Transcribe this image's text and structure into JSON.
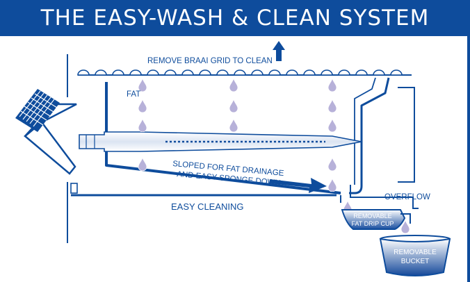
{
  "title": "THE EASY-WASH & CLEAN SYSTEM",
  "labels": {
    "remove_grid": "REMOVE BRAAI GRID TO CLEAN",
    "fat": "FAT",
    "sloped_line1": "SLOPED FOR FAT DRAINAGE",
    "sloped_line2": "AND EASY SPONGE DOWN",
    "easy_cleaning": "EASY CLEANING",
    "overflow": "OVERFLOW",
    "drip_cup_line1": "REMOVABLE",
    "drip_cup_line2": "FAT DRIP CUP",
    "bucket_line1": "REMOVABLE",
    "bucket_line2": "BUCKET"
  },
  "colors": {
    "brand_blue": "#0e4c9c",
    "drop_fill": "#b7b1d9",
    "drop_edge": "#ffffff"
  }
}
